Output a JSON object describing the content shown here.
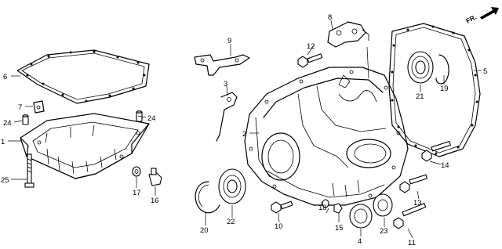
{
  "diagram": {
    "orientation_label": "FR.",
    "callouts": {
      "c1": "1",
      "c2": "2",
      "c3": "3",
      "c4": "4",
      "c5": "5",
      "c6": "6",
      "c7": "7",
      "c8": "8",
      "c9": "9",
      "c10": "10",
      "c11": "11",
      "c12": "12",
      "c13": "13",
      "c14": "14",
      "c15": "15",
      "c16": "16",
      "c17": "17",
      "c18": "18",
      "c19": "19",
      "c20": "20",
      "c21": "21",
      "c22": "22",
      "c23": "23",
      "c24a": "24",
      "c24b": "24",
      "c25": "25"
    }
  }
}
